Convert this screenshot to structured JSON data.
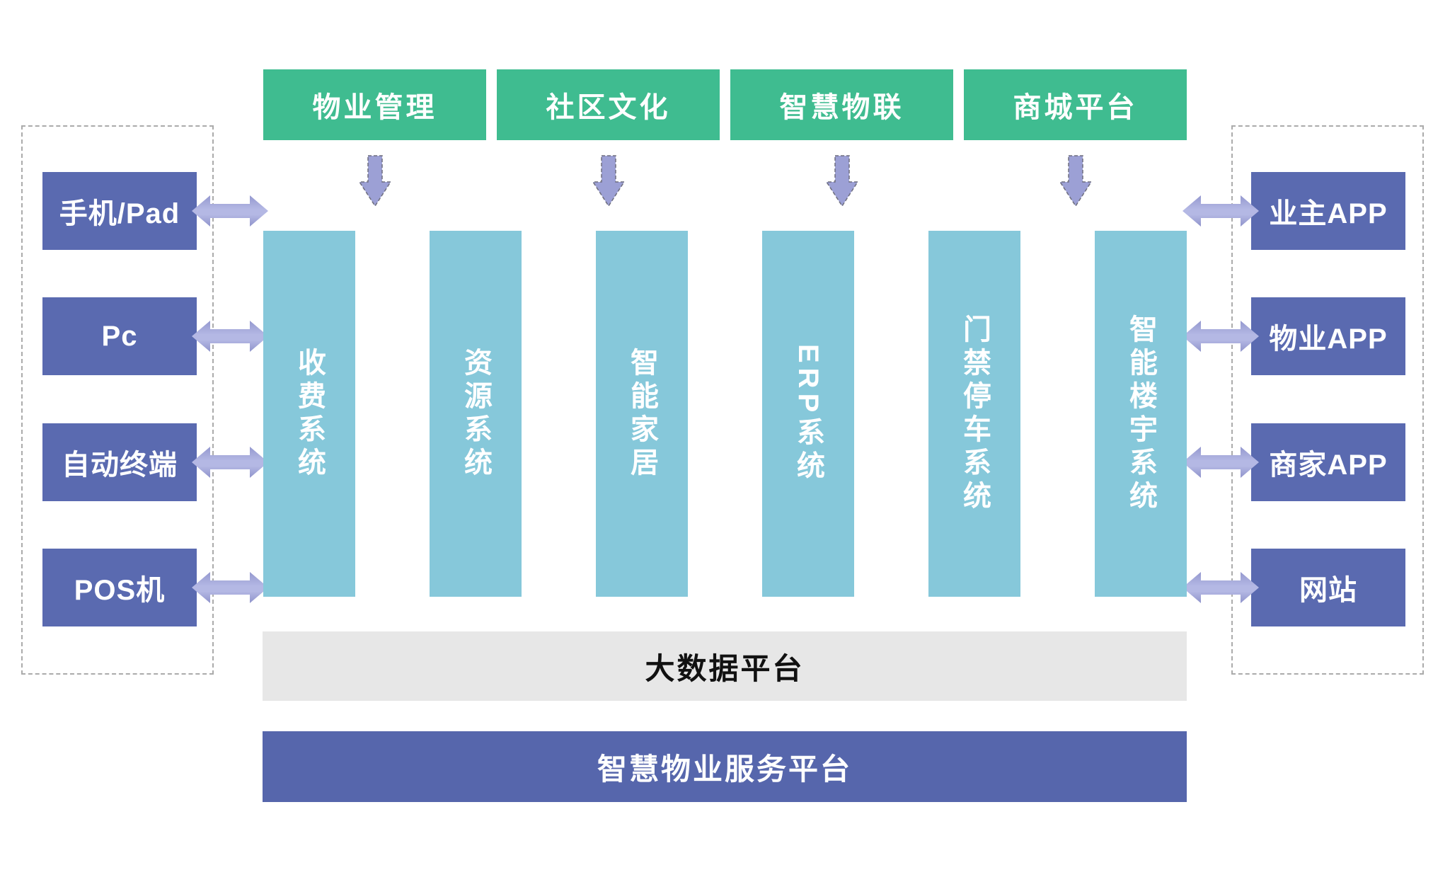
{
  "colors": {
    "module_green": "#3FBC90",
    "box_purple": "#5A6AB0",
    "column_teal": "#86C8DA",
    "arrow_purple": "#9CA0D5",
    "bar_gray": "#E7E7E7",
    "bar_purple": "#5666AC",
    "dashed_border": "#ABABAB"
  },
  "top_modules": [
    {
      "label": "物业管理"
    },
    {
      "label": "社区文化"
    },
    {
      "label": "智慧物联"
    },
    {
      "label": "商城平台"
    }
  ],
  "system_columns": [
    {
      "label": "收费系统"
    },
    {
      "label": "资源系统"
    },
    {
      "label": "智能家居"
    },
    {
      "label": "ERP系统"
    },
    {
      "label": "门禁停车系统"
    },
    {
      "label": "智能楼宇系统"
    }
  ],
  "left_devices": [
    {
      "label": "手机/Pad"
    },
    {
      "label": "Pc"
    },
    {
      "label": "自动终端"
    },
    {
      "label": "POS机"
    }
  ],
  "right_clients": [
    {
      "label": "业主APP"
    },
    {
      "label": "物业APP"
    },
    {
      "label": "商家APP"
    },
    {
      "label": "网站"
    }
  ],
  "platform_bars": {
    "big_data": "大数据平台",
    "service": "智慧物业服务平台"
  }
}
